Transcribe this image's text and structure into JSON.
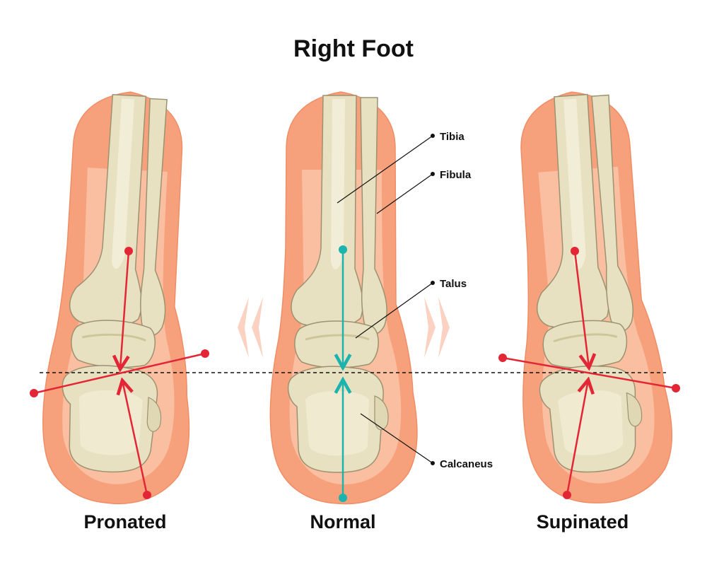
{
  "title": "Right Foot",
  "panels": [
    {
      "caption": "Pronated"
    },
    {
      "caption": "Normal"
    },
    {
      "caption": "Supinated"
    }
  ],
  "labels": {
    "tibia": "Tibia",
    "fibula": "Fibula",
    "talus": "Talus",
    "calcaneus": "Calcaneus"
  },
  "colors": {
    "skin_outer": "#f7a17c",
    "skin_inner": "#fac3a8",
    "bone": "#e8e1c1",
    "bone_shade": "#cfc59b",
    "bone_outline": "#9c9270",
    "alignment_red": "#e32636",
    "alignment_teal": "#1ab3ad",
    "chevron": "#fbd2c2"
  }
}
